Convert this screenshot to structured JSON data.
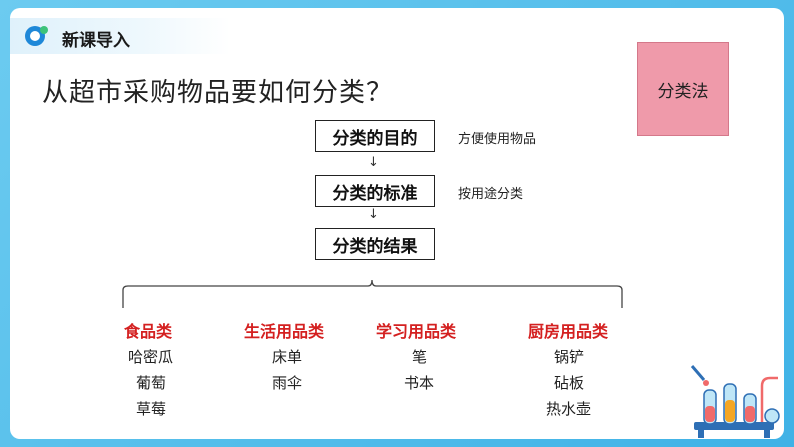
{
  "header": {
    "section_title": "新课导入"
  },
  "question": "从超市采购物品要如何分类？",
  "tag": "分类法",
  "steps": [
    {
      "label": "分类的目的",
      "note": "方便使用物品"
    },
    {
      "label": "分类的标准",
      "note": "按用途分类"
    },
    {
      "label": "分类的结果",
      "note": ""
    }
  ],
  "arrows": [
    "↓",
    "↓"
  ],
  "categories": [
    {
      "title": "食品类",
      "items": [
        "哈密瓜",
        "葡萄",
        "草莓"
      ]
    },
    {
      "title": "生活用品类",
      "items": [
        "床单",
        "雨伞"
      ]
    },
    {
      "title": "学习用品类",
      "items": [
        "笔",
        "书本"
      ]
    },
    {
      "title": "厨房用品类",
      "items": [
        "锅铲",
        "砧板",
        "热水壶"
      ]
    }
  ],
  "colors": {
    "frame": "#4cb8e8",
    "category_red": "#d42020",
    "tag_pink": "#ef9aaa"
  }
}
